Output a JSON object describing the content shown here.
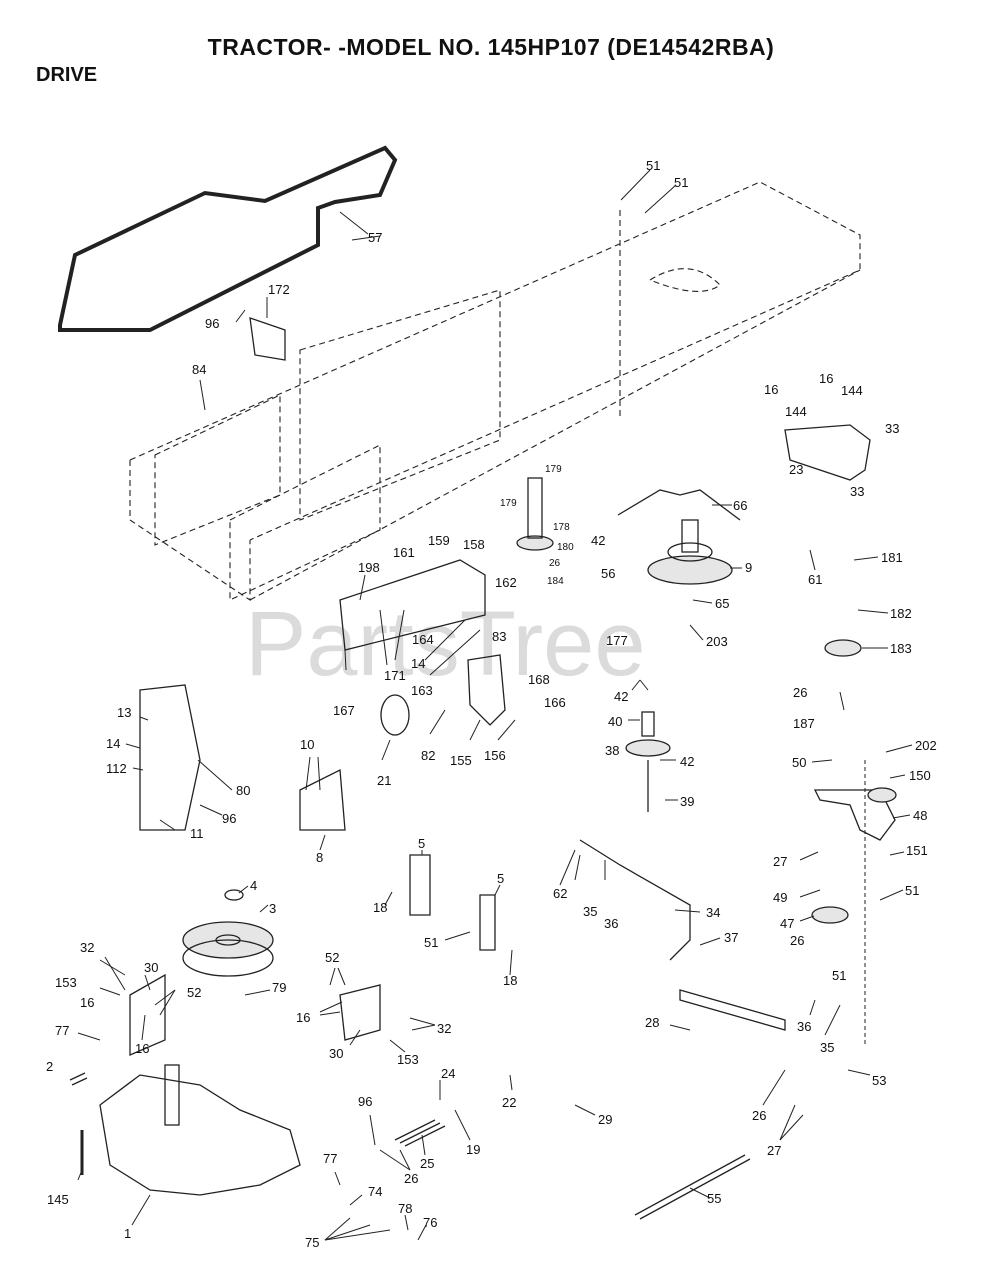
{
  "header": {
    "title": "TRACTOR- -MODEL NO. 145HP107 (DE14542RBA)",
    "section": "DRIVE"
  },
  "watermark": "PartsTree",
  "labels": {
    "l57": "57",
    "l51a": "51",
    "l51b": "51",
    "l172": "172",
    "l96a": "96",
    "l84": "84",
    "l16a": "16",
    "l16b": "16",
    "l144a": "144",
    "l144b": "144",
    "l33a": "33",
    "l23": "23",
    "l33b": "33",
    "l179a": "179",
    "l179b": "179",
    "l178": "178",
    "l180": "180",
    "l26a": "26",
    "l184": "184",
    "l66": "66",
    "l42a": "42",
    "l56": "56",
    "l9": "9",
    "l65": "65",
    "l203": "203",
    "l61": "61",
    "l181": "181",
    "l182": "182",
    "l183": "183",
    "l26b": "26",
    "l187": "187",
    "l198": "198",
    "l161": "161",
    "l159": "159",
    "l158": "158",
    "l162": "162",
    "l164": "164",
    "l14a": "14",
    "l171": "171",
    "l163": "163",
    "l83": "83",
    "l167": "167",
    "l177": "177",
    "l42b": "42",
    "l168": "168",
    "l166": "166",
    "l40": "40",
    "l38": "38",
    "l42c": "42",
    "l39": "39",
    "l82": "82",
    "l155": "155",
    "l156": "156",
    "l21": "21",
    "l13": "13",
    "l14b": "14",
    "l112": "112",
    "l80": "80",
    "l96b": "96",
    "l11": "11",
    "l10": "10",
    "l8": "8",
    "l50": "50",
    "l202": "202",
    "l150": "150",
    "l48": "48",
    "l27a": "27",
    "l151": "151",
    "l49": "49",
    "l51c": "51",
    "l47": "47",
    "l26c": "26",
    "l51d": "51",
    "l4": "4",
    "l3": "3",
    "l5a": "5",
    "l5b": "5",
    "l18a": "18",
    "l51e": "51",
    "l18b": "18",
    "l62": "62",
    "l35a": "35",
    "l36a": "36",
    "l34": "34",
    "l37": "37",
    "l32a": "32",
    "l153a": "153",
    "l30a": "30",
    "l16c": "16",
    "l52a": "52",
    "l16d": "16",
    "l79": "79",
    "l52b": "52",
    "l16e": "16",
    "l32b": "32",
    "l30b": "30",
    "l153b": "153",
    "l77a": "77",
    "l2": "2",
    "l28": "28",
    "l36b": "36",
    "l35b": "35",
    "l53": "53",
    "l24": "24",
    "l22": "22",
    "l29": "29",
    "l26d": "26",
    "l27b": "27",
    "l96c": "96",
    "l19": "19",
    "l25": "25",
    "l26e": "26",
    "l145": "145",
    "l1": "1",
    "l77b": "77",
    "l74": "74",
    "l78": "78",
    "l76": "76",
    "l75": "75",
    "l55": "55"
  }
}
